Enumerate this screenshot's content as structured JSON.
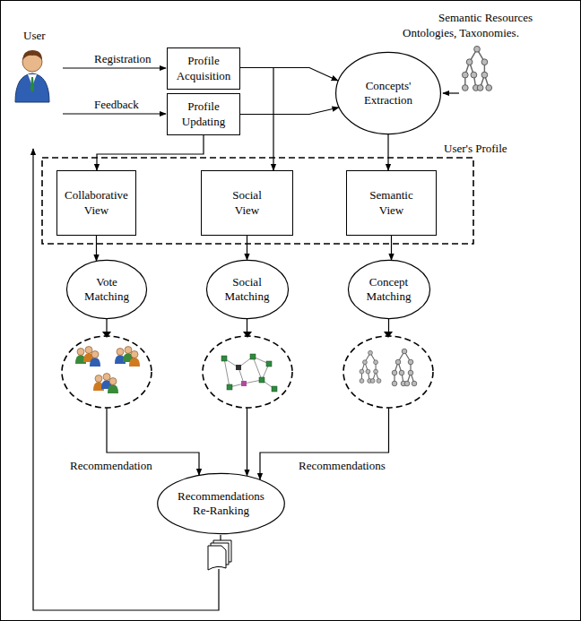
{
  "diagram": {
    "nodes": [
      {
        "text": [
          "Profile Acquisition"
        ]
      },
      {
        "text": [
          "Profile Updating"
        ]
      },
      {
        "text": [
          "Concepts' Extraction"
        ]
      },
      {
        "text": [
          "Collaborative View"
        ]
      },
      {
        "text": [
          "Social View"
        ]
      },
      {
        "text": [
          "Semantic View"
        ]
      },
      {
        "text": [
          "Vote Matching"
        ]
      },
      {
        "text": [
          "Social Matching"
        ]
      },
      {
        "text": [
          "Concept Matching"
        ]
      },
      {
        "text": [
          "Recommendations Re-Ranking"
        ]
      }
    ],
    "edges": [
      {
        "from": 0,
        "to": 2,
        "arrow": "to"
      },
      {
        "from": 1,
        "to": 2,
        "arrow": "to"
      },
      {
        "from": 0,
        "to": 4,
        "arrow": "to"
      },
      {
        "from": 1,
        "to": 3,
        "arrow": "to"
      },
      {
        "from": 2,
        "to": 5,
        "label": "User's Profile",
        "arrow": "to"
      },
      {
        "from": 3,
        "to": 6,
        "arrow": "to"
      },
      {
        "from": 4,
        "to": 7,
        "arrow": "to"
      },
      {
        "from": 5,
        "to": 8,
        "arrow": "to"
      },
      {
        "from": 6,
        "to": 9,
        "label": "Recommendation",
        "arrow": "to"
      },
      {
        "from": 7,
        "to": 9,
        "arrow": "to"
      },
      {
        "from": 8,
        "to": 9,
        "label": "Recommendations",
        "arrow": "to"
      }
    ],
    "labels": [
      "User",
      "Registration",
      "Feedback",
      "Semantic Resources",
      "Ontologies, Taxonomies."
    ]
  }
}
